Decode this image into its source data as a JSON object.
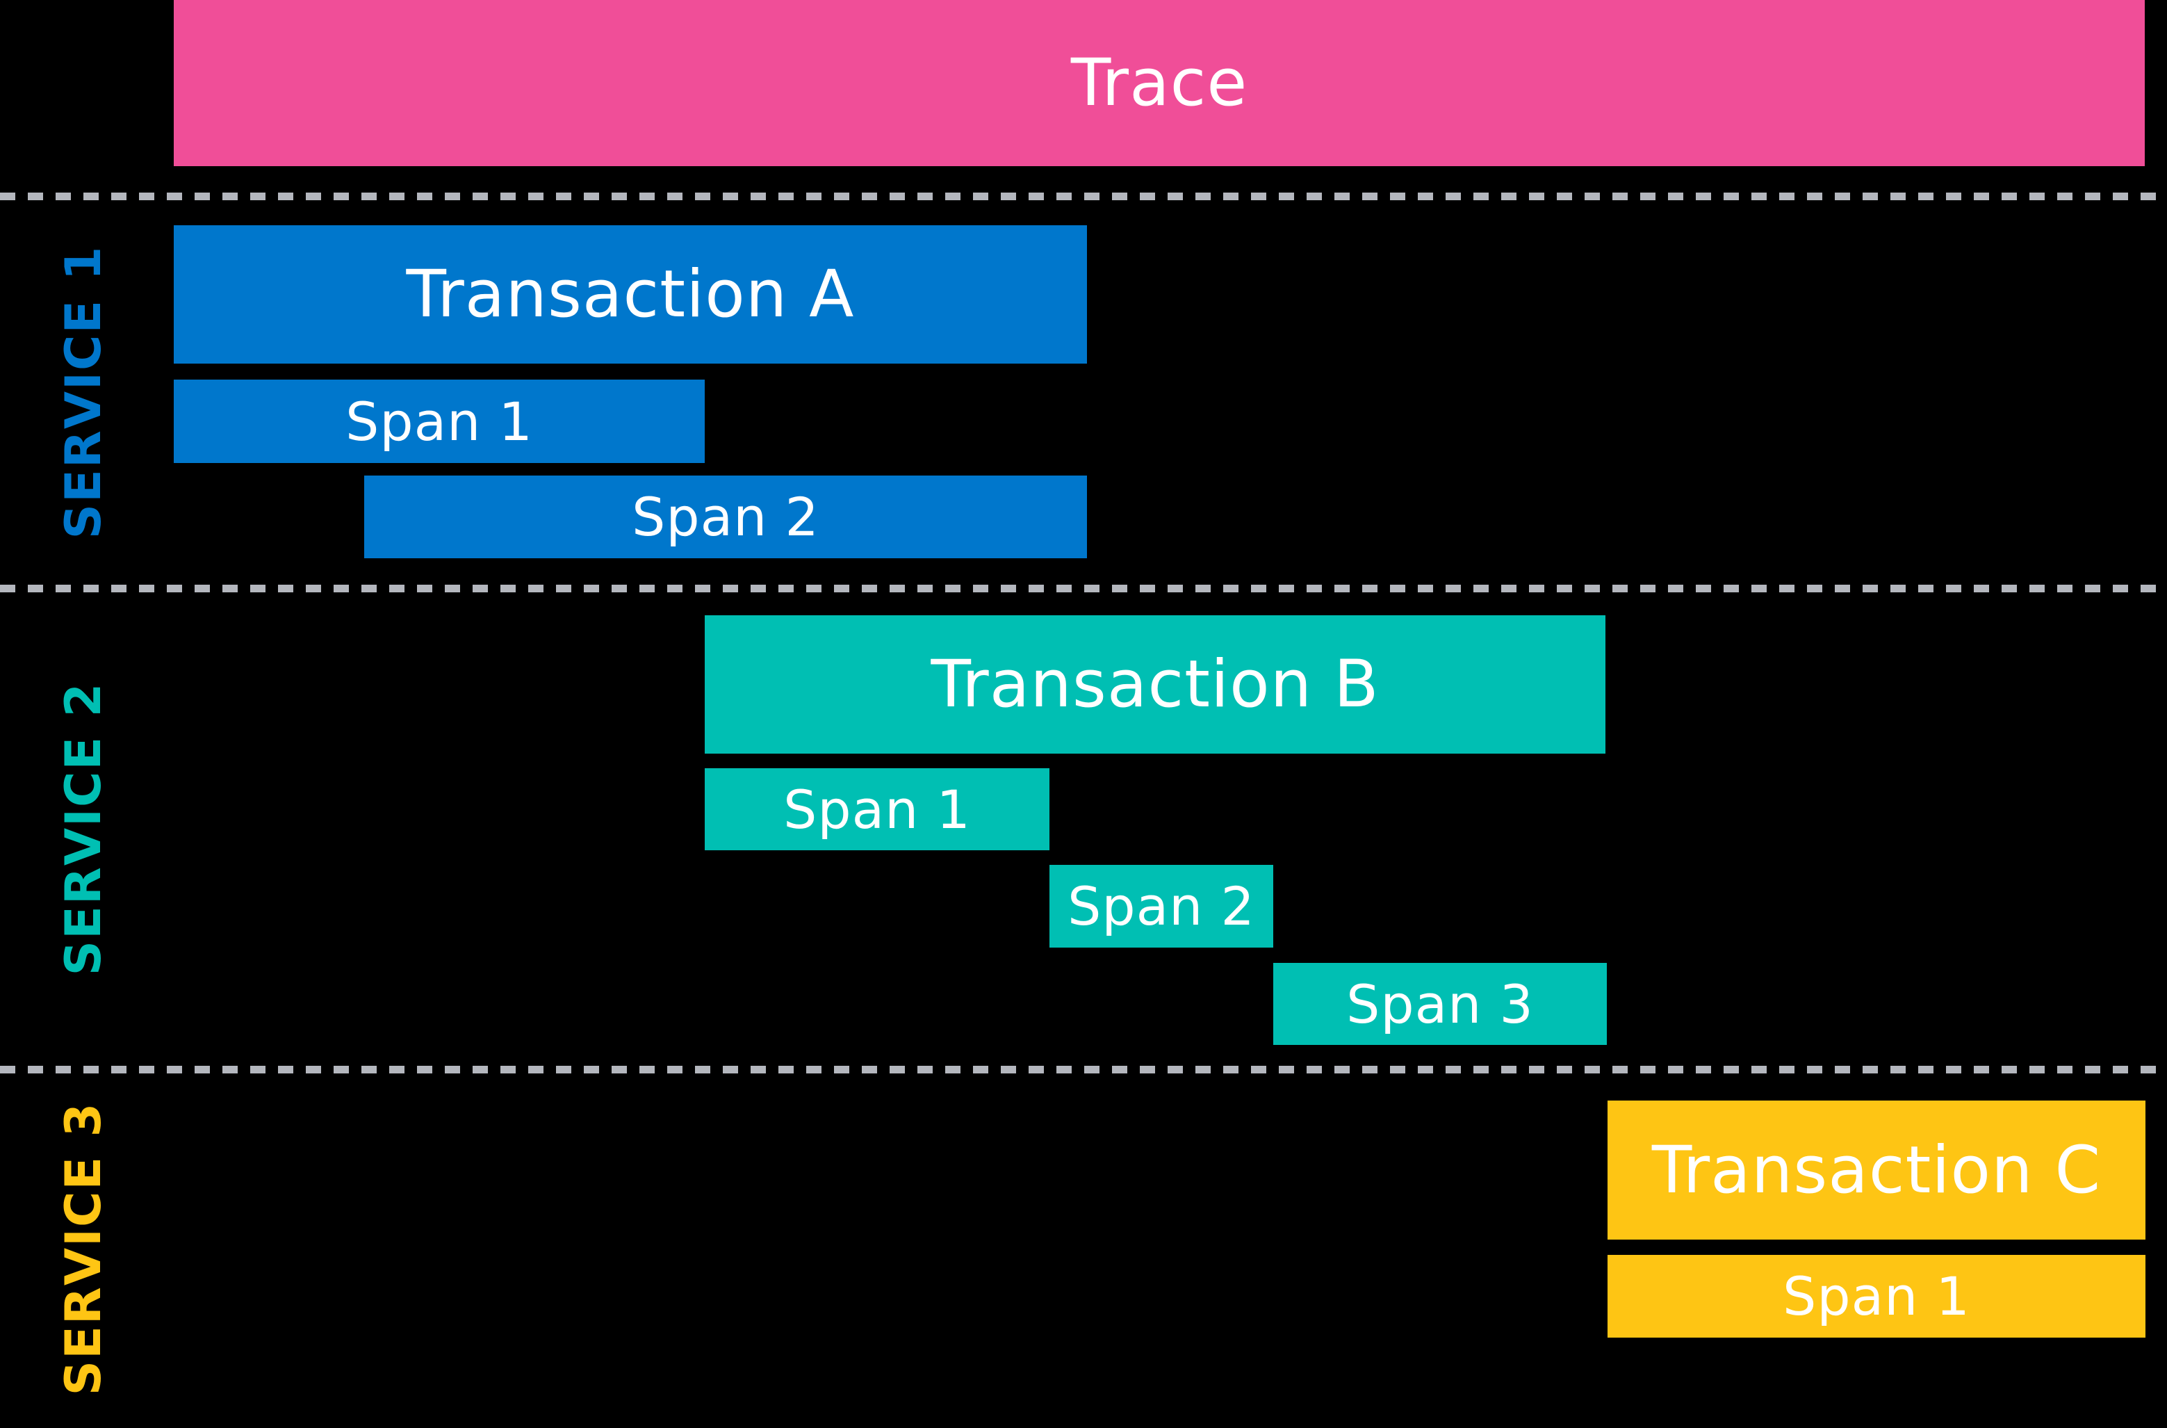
{
  "diagram": {
    "title": "Trace",
    "description_colors": {
      "trace_pink": "#F04E98",
      "service1_blue": "#0077CC",
      "service2_teal": "#00BFB3",
      "service3_yellow": "#FEC514",
      "divider_gray": "#B4B7BE",
      "background": "#000000",
      "bar_text": "#FFFFFF"
    }
  },
  "trace": {
    "label": "Trace"
  },
  "services": [
    {
      "name": "SERVICE 1",
      "transaction": {
        "label": "Transaction A"
      },
      "spans": [
        {
          "label": "Span 1"
        },
        {
          "label": "Span 2"
        }
      ]
    },
    {
      "name": "SERVICE 2",
      "transaction": {
        "label": "Transaction B"
      },
      "spans": [
        {
          "label": "Span 1"
        },
        {
          "label": "Span 2"
        },
        {
          "label": "Span 3"
        }
      ]
    },
    {
      "name": "SERVICE 3",
      "transaction": {
        "label": "Transaction C"
      },
      "spans": [
        {
          "label": "Span 1"
        }
      ]
    }
  ]
}
